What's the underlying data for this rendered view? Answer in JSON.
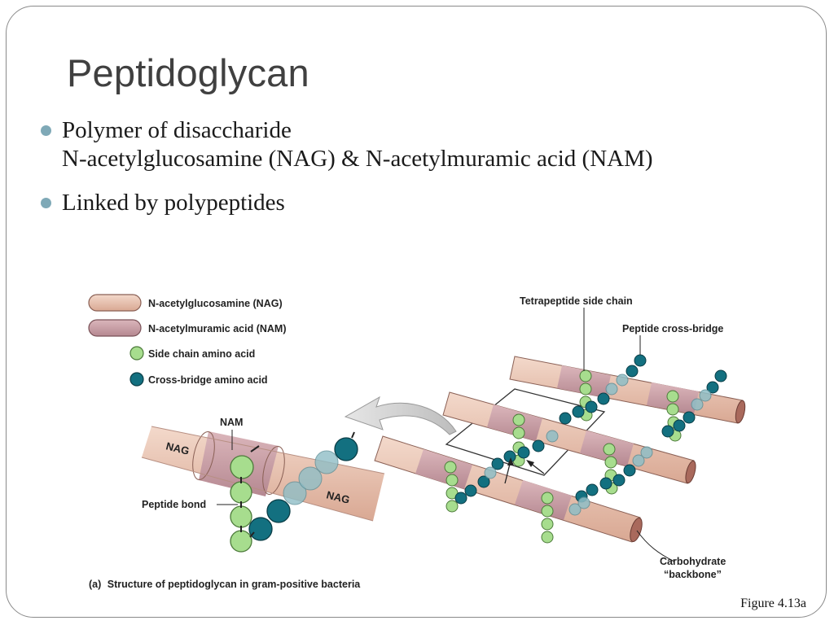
{
  "slide": {
    "title": "Peptidoglycan",
    "bullets": [
      {
        "line1": "Polymer of disaccharide",
        "line2": "N-acetylglucosamine (NAG) & N-acetylmuramic acid (NAM)"
      },
      {
        "line1": "Linked by polypeptides",
        "line2": ""
      }
    ],
    "figure_ref": "Figure 4.13a"
  },
  "diagram": {
    "legend": [
      {
        "label": "N-acetylglucosamine (NAG)",
        "color": "#e9c2ad"
      },
      {
        "label": "N-acetylmuramic acid (NAM)",
        "color": "#c9a0a6"
      },
      {
        "label": "Side chain amino acid",
        "color": "#a7dd8e"
      },
      {
        "label": "Cross-bridge amino acid",
        "color": "#137080"
      }
    ],
    "labels": {
      "nam": "NAM",
      "nag1": "NAG",
      "nag2": "NAG",
      "peptide_bond": "Peptide bond",
      "tetrapeptide": "Tetrapeptide side chain",
      "cross_bridge": "Peptide cross-bridge",
      "backbone_line1": "Carbohydrate",
      "backbone_line2": "“backbone”",
      "caption_prefix": "(a)",
      "caption_text": "Structure of peptidoglycan in gram-positive bacteria"
    }
  }
}
